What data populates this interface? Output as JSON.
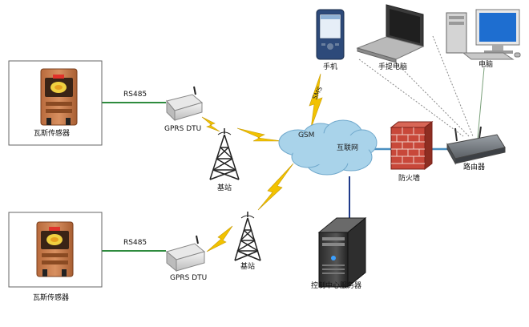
{
  "labels": {
    "sensor_top": "瓦斯传感器",
    "sensor_bottom": "瓦斯传感器",
    "rs485_top": "RS485",
    "rs485_bottom": "RS485",
    "dtu_top": "GPRS  DTU",
    "dtu_bottom": "GPRS  DTU",
    "base_top": "基站",
    "base_bottom": "基站",
    "gsm": "GSM",
    "internet": "互联网",
    "sms": "SMS",
    "phone": "手机",
    "laptop": "手提电脑",
    "pc": "电脑",
    "router": "路由器",
    "firewall": "防火墙",
    "server": "控制中心服务器"
  },
  "colors": {
    "wire_green": "#2e8b3e",
    "lightning": "#f2c200",
    "cloud": "#a9d3ea",
    "brick": "#c8483a",
    "sensor_body": "#c97a48"
  }
}
